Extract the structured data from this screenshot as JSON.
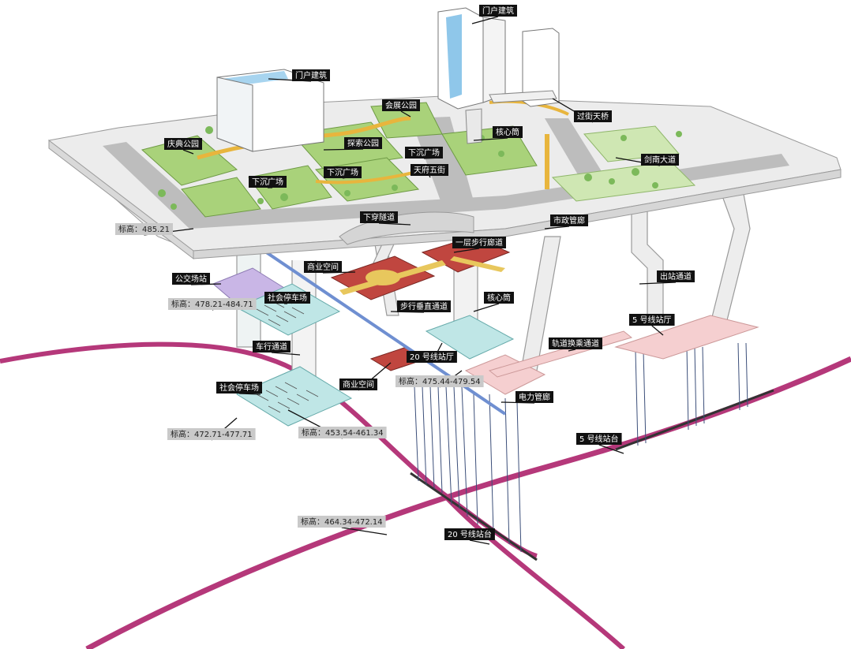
{
  "labels": [
    {
      "id": "gateway-building-top",
      "text": "门户建筑",
      "style": "dark"
    },
    {
      "id": "gateway-building-left",
      "text": "门户建筑",
      "style": "dark"
    },
    {
      "id": "exhibition-park",
      "text": "会展公园",
      "style": "dark"
    },
    {
      "id": "core-tube-top",
      "text": "核心筒",
      "style": "dark"
    },
    {
      "id": "overpass-bridge",
      "text": "过街天桥",
      "style": "dark"
    },
    {
      "id": "celebration-park",
      "text": "庆典公园",
      "style": "dark"
    },
    {
      "id": "exploration-park",
      "text": "探索公园",
      "style": "dark"
    },
    {
      "id": "sunken-plaza-right",
      "text": "下沉广场",
      "style": "dark"
    },
    {
      "id": "tianfu-fifth-street",
      "text": "天府五街",
      "style": "dark"
    },
    {
      "id": "jiancai-avenue",
      "text": "剑南大道",
      "style": "dark"
    },
    {
      "id": "sunken-plaza-left",
      "text": "下沉广场",
      "style": "dark"
    },
    {
      "id": "sunken-plaza-mid",
      "text": "下沉广场",
      "style": "dark"
    },
    {
      "id": "underpass-tunnel",
      "text": "下穿隧道",
      "style": "dark"
    },
    {
      "id": "municipal-pipe-gallery",
      "text": "市政管廊",
      "style": "dark"
    },
    {
      "id": "pedestrian-corridor",
      "text": "一层步行廊道",
      "style": "dark"
    },
    {
      "id": "commercial-space-upper",
      "text": "商业空间",
      "style": "dark"
    },
    {
      "id": "bus-station",
      "text": "公交场站",
      "style": "dark"
    },
    {
      "id": "exit-passage",
      "text": "出站通道",
      "style": "dark"
    },
    {
      "id": "public-parking-upper",
      "text": "社会停车场",
      "style": "dark"
    },
    {
      "id": "vertical-walkway",
      "text": "步行垂直通道",
      "style": "dark"
    },
    {
      "id": "core-tube-mid",
      "text": "核心筒",
      "style": "dark"
    },
    {
      "id": "line5-hall",
      "text": "5 号线站厅",
      "style": "dark"
    },
    {
      "id": "rail-transfer",
      "text": "轨道换乘通道",
      "style": "dark"
    },
    {
      "id": "vehicle-passage",
      "text": "车行通道",
      "style": "dark"
    },
    {
      "id": "line20-hall",
      "text": "20 号线站厅",
      "style": "dark"
    },
    {
      "id": "commercial-space-lower",
      "text": "商业空间",
      "style": "dark"
    },
    {
      "id": "public-parking-lower",
      "text": "社会停车场",
      "style": "dark"
    },
    {
      "id": "power-gallery",
      "text": "电力管廊",
      "style": "dark"
    },
    {
      "id": "line5-platform",
      "text": "5 号线站台",
      "style": "dark"
    },
    {
      "id": "line20-platform",
      "text": "20 号线站台",
      "style": "dark"
    },
    {
      "id": "elev-ground",
      "text": "标高：485.21",
      "style": "gray"
    },
    {
      "id": "elev-bus",
      "text": "标高：478.21-484.71",
      "style": "gray"
    },
    {
      "id": "elev-line20-hall",
      "text": "标高：475.44-479.54",
      "style": "gray"
    },
    {
      "id": "elev-parking-lower",
      "text": "标高：472.71-477.71",
      "style": "gray"
    },
    {
      "id": "elev-line20-platform-deep",
      "text": "标高：453.54-461.34",
      "style": "gray"
    },
    {
      "id": "elev-line5-platform",
      "text": "标高：464.34-472.14",
      "style": "gray"
    }
  ],
  "colors": {
    "metro_line": "#b5387a",
    "rail_blue": "#6f8fd1",
    "ground_slab": "#ececec",
    "road": "#bdbdbd",
    "green_space": "#a9d27a",
    "commercial": "#c0463f",
    "parking_cyan": "#bfe6e6",
    "station_pink": "#f5cfd0",
    "bus_station": "#c9b6e6"
  }
}
